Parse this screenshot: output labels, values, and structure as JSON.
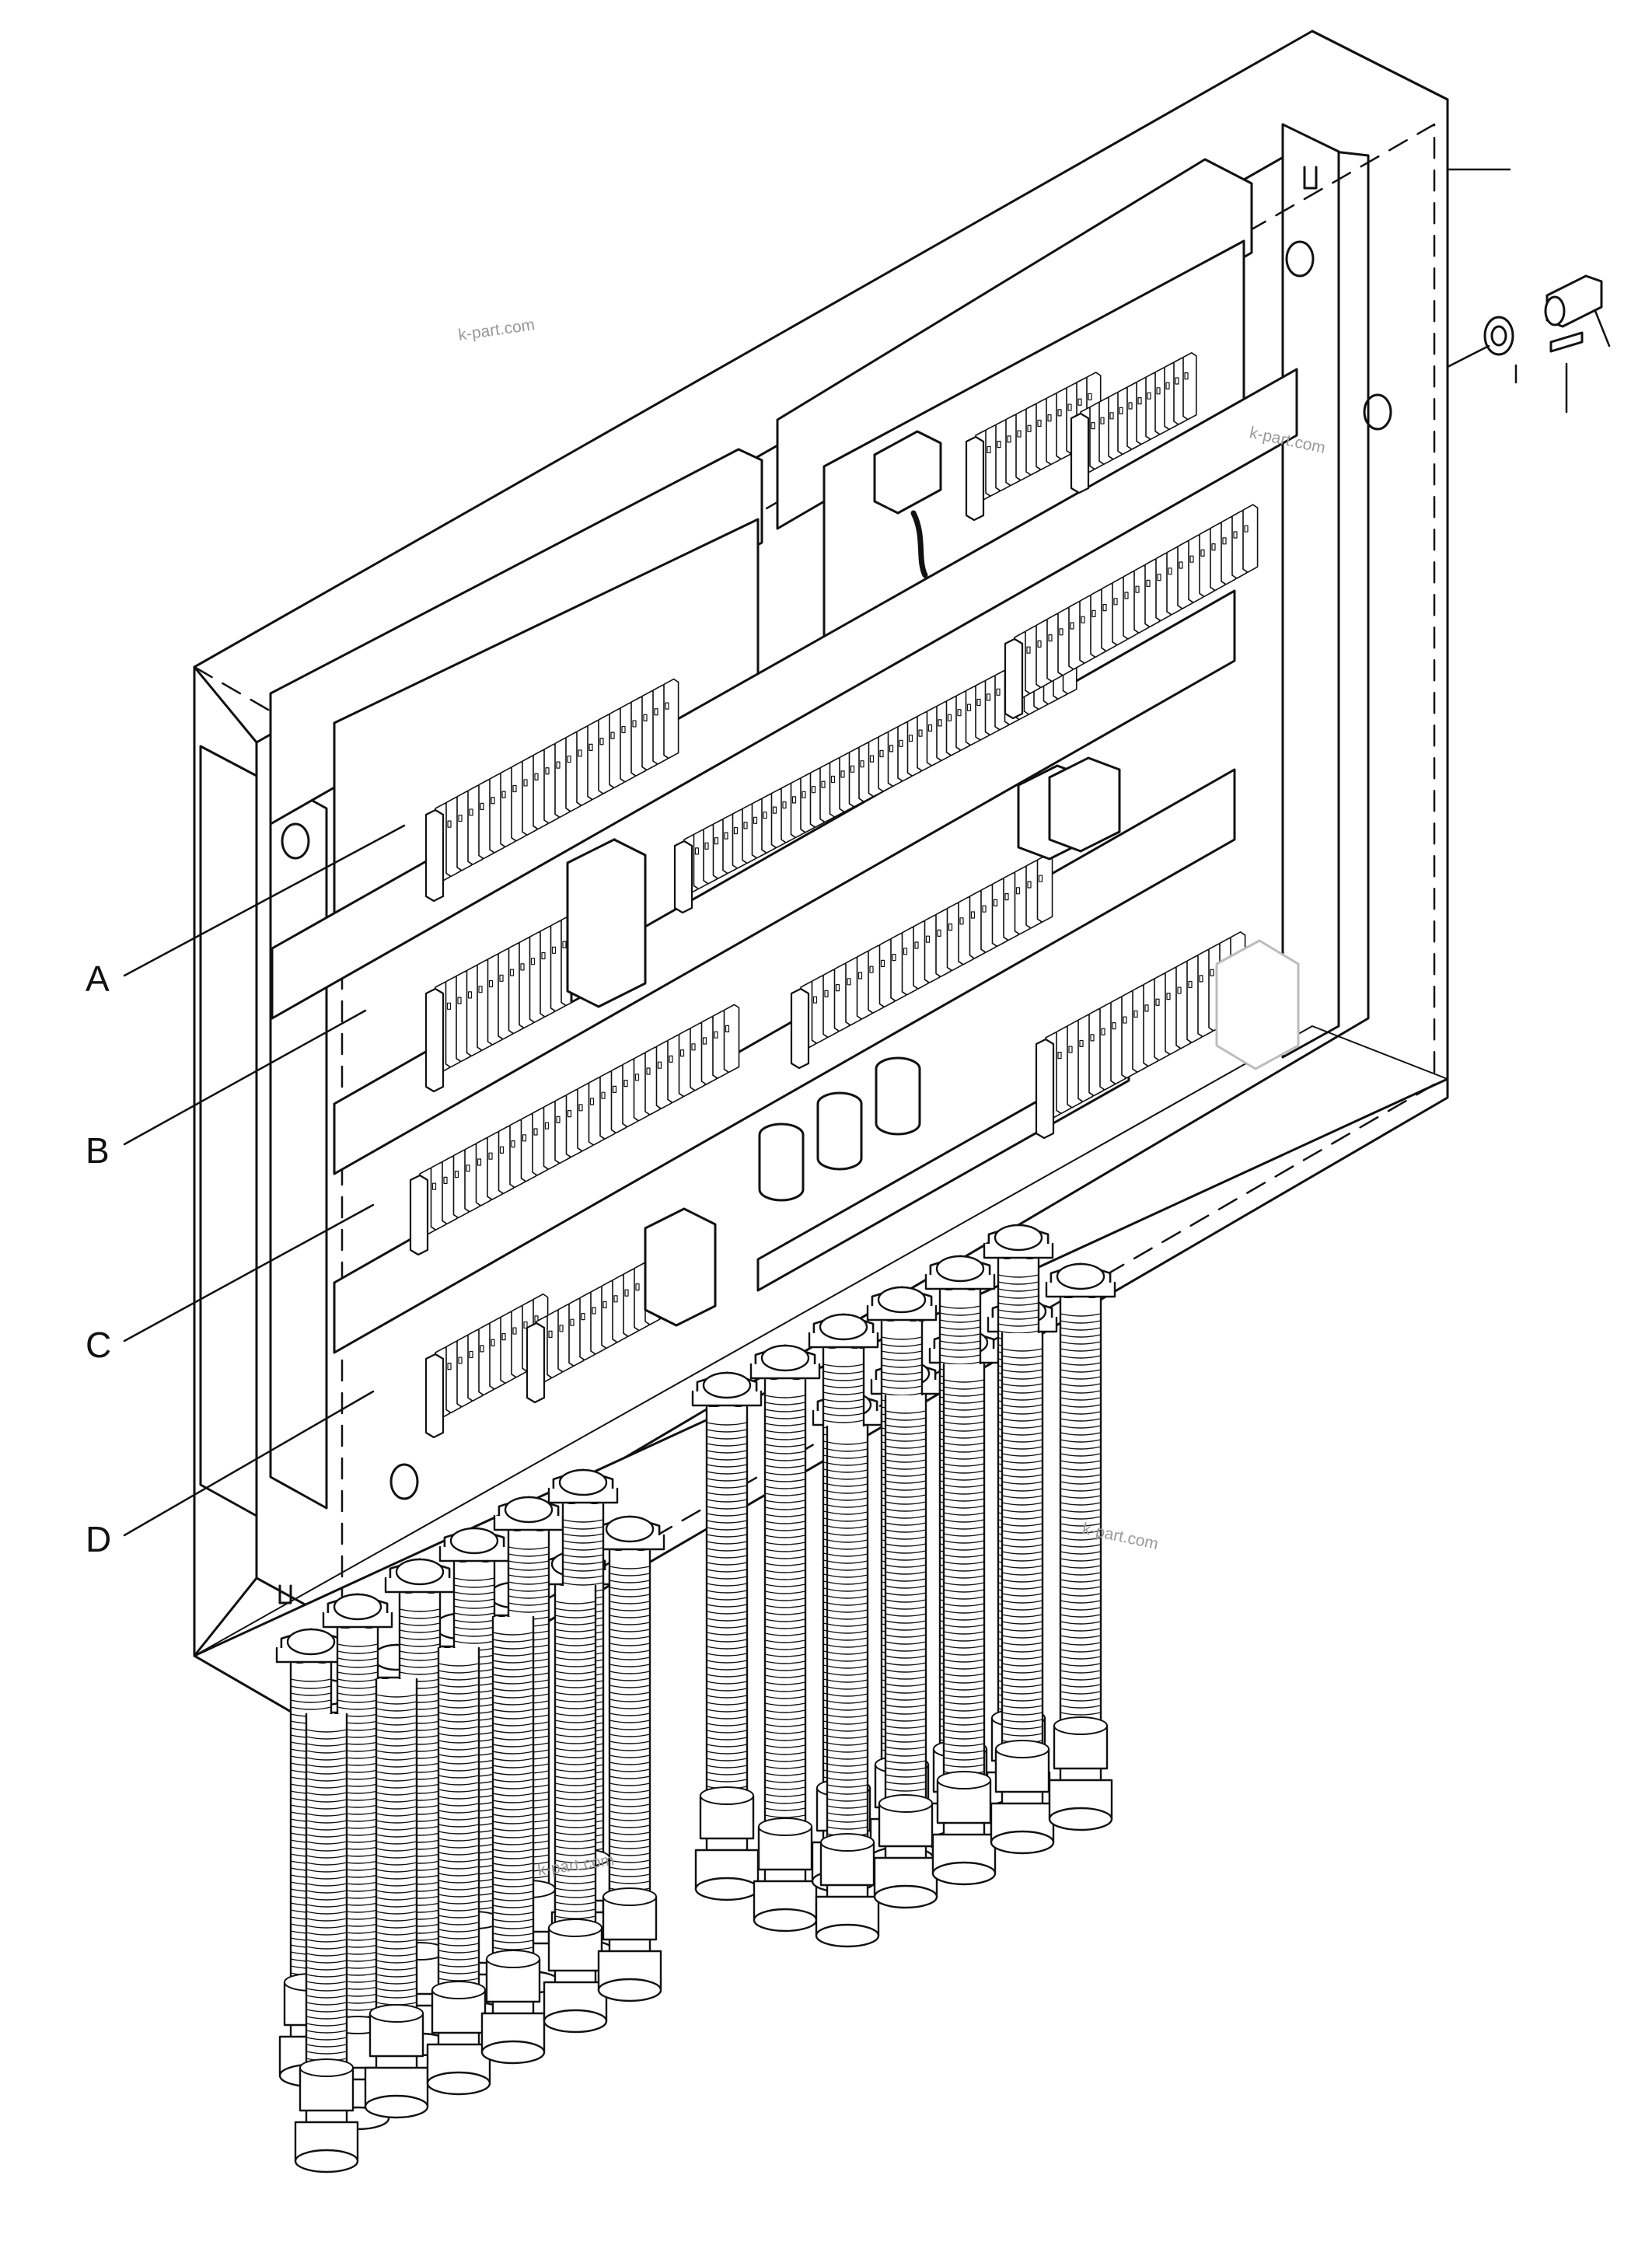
{
  "labels": {
    "a": "A",
    "b": "B",
    "c": "C",
    "d": "D"
  },
  "watermarks": [
    "k-part.com",
    "k-part.com",
    "k-part.com",
    "k-part.com"
  ],
  "colors": {
    "line": "#111111",
    "panel": "#ffffff",
    "shade": "#dcdcdc",
    "ghost": "#bdbdbd"
  }
}
